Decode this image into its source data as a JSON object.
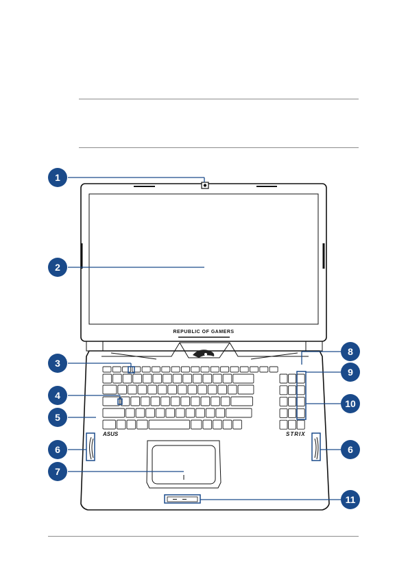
{
  "screen_brand": "REPUBLIC OF GAMERS",
  "left_logo": "ASUS",
  "right_logo": "STRIX",
  "callouts": [
    "1",
    "2",
    "3",
    "4",
    "5",
    "6",
    "7",
    "8",
    "9",
    "10",
    "11",
    "6"
  ],
  "colors": {
    "callout": "#1a4a8a",
    "rule": "#8c8c8c"
  }
}
